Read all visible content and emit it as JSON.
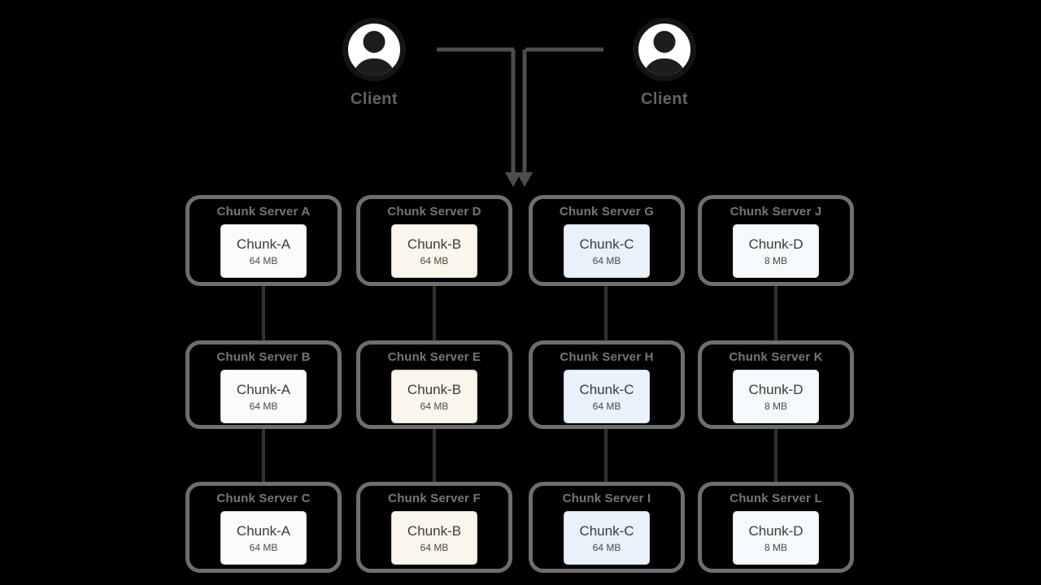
{
  "diagram": {
    "clients": [
      {
        "label": "Client",
        "icon": "person-icon"
      },
      {
        "label": "Client",
        "icon": "person-icon"
      }
    ],
    "servers": [
      {
        "title": "Chunk Server A",
        "chunk": {
          "name": "Chunk-A",
          "size": "64 MB"
        }
      },
      {
        "title": "Chunk Server D",
        "chunk": {
          "name": "Chunk-B",
          "size": "64 MB"
        }
      },
      {
        "title": "Chunk Server G",
        "chunk": {
          "name": "Chunk-C",
          "size": "64 MB"
        }
      },
      {
        "title": "Chunk Server J",
        "chunk": {
          "name": "Chunk-D",
          "size": "8 MB"
        }
      },
      {
        "title": "Chunk Server B",
        "chunk": {
          "name": "Chunk-A",
          "size": "64 MB"
        }
      },
      {
        "title": "Chunk Server E",
        "chunk": {
          "name": "Chunk-B",
          "size": "64 MB"
        }
      },
      {
        "title": "Chunk Server H",
        "chunk": {
          "name": "Chunk-C",
          "size": "64 MB"
        }
      },
      {
        "title": "Chunk Server K",
        "chunk": {
          "name": "Chunk-D",
          "size": "8 MB"
        }
      },
      {
        "title": "Chunk Server C",
        "chunk": {
          "name": "Chunk-A",
          "size": "64 MB"
        }
      },
      {
        "title": "Chunk Server F",
        "chunk": {
          "name": "Chunk-B",
          "size": "64 MB"
        }
      },
      {
        "title": "Chunk Server I",
        "chunk": {
          "name": "Chunk-C",
          "size": "64 MB"
        }
      },
      {
        "title": "Chunk Server L",
        "chunk": {
          "name": "Chunk-D",
          "size": "8 MB"
        }
      }
    ],
    "colors": {
      "canvas_background": "#000000",
      "server_border": "#6e6e6e",
      "server_title_text": "#767676",
      "client_label_text": "#636363",
      "client_link_line": "#4d4d4d",
      "replication_line": "#303030",
      "chunk_a_fill": "#fbfbfa",
      "chunk_b_fill": "#fbf6ec",
      "chunk_c_fill": "#e9f1fa",
      "chunk_d_fill": "#f4fafb",
      "chunk_text": "#3b3b3b"
    }
  }
}
